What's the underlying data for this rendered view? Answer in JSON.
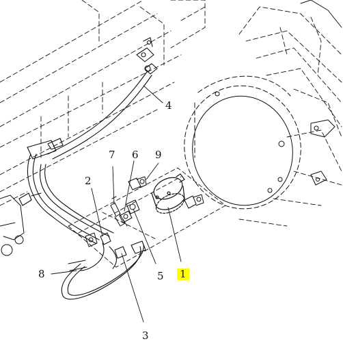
{
  "diagram": {
    "callouts": [
      {
        "id": "c1",
        "label": "1",
        "highlighted": true
      },
      {
        "id": "c2",
        "label": "2",
        "highlighted": false
      },
      {
        "id": "c3",
        "label": "3",
        "highlighted": false
      },
      {
        "id": "c4",
        "label": "4",
        "highlighted": false
      },
      {
        "id": "c5",
        "label": "5",
        "highlighted": false
      },
      {
        "id": "c6",
        "label": "6",
        "highlighted": false
      },
      {
        "id": "c7",
        "label": "7",
        "highlighted": false
      },
      {
        "id": "c8",
        "label": "8",
        "highlighted": false
      },
      {
        "id": "c9",
        "label": "9",
        "highlighted": false
      }
    ],
    "colors": {
      "line": "#111111",
      "highlight": "#ffff00",
      "background": "#ffffff"
    }
  }
}
